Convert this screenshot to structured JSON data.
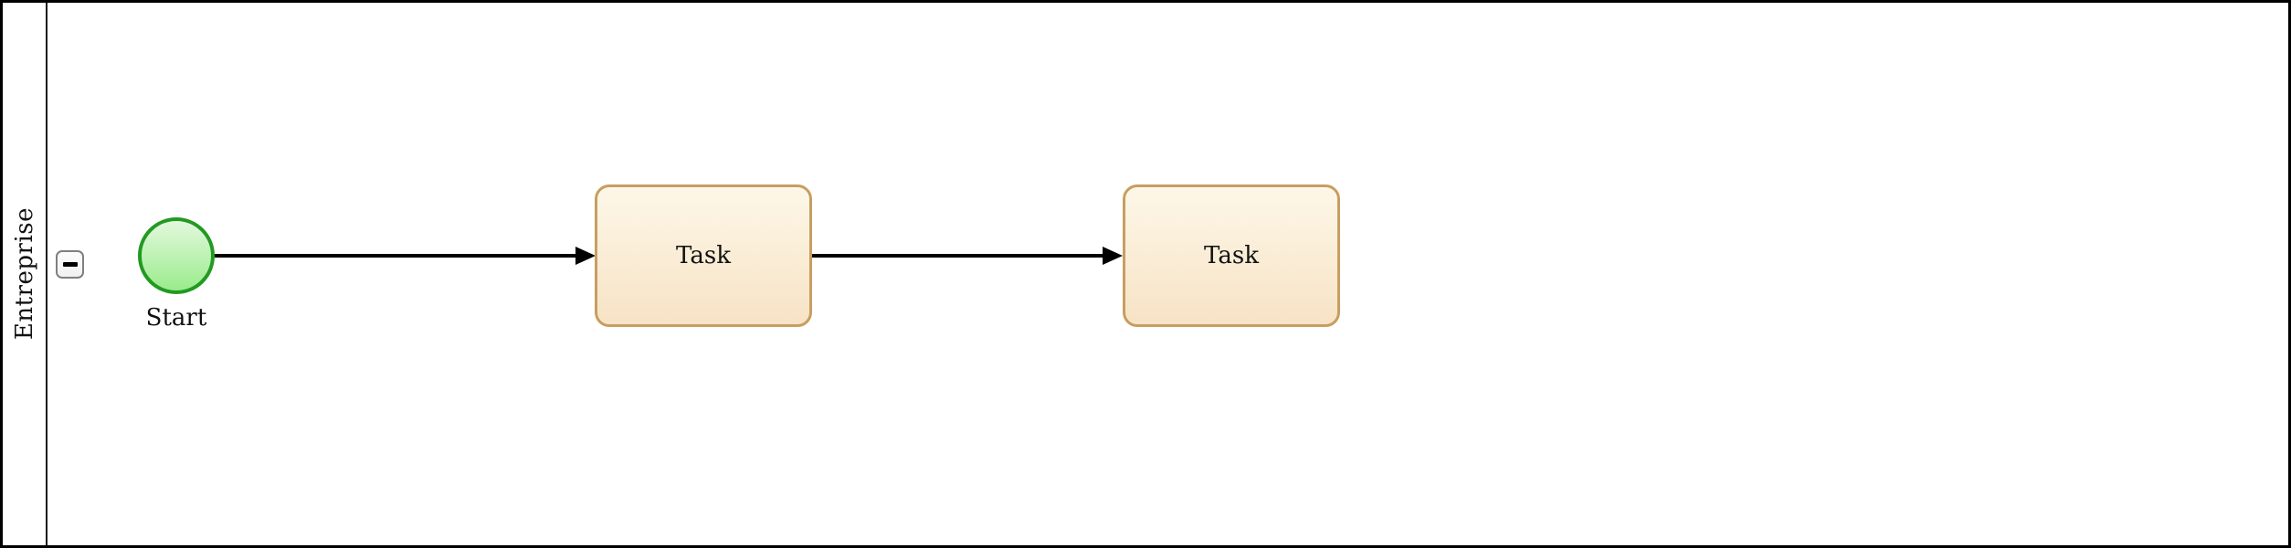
{
  "pool": {
    "lane_label": "Entreprise",
    "collapse_button": {
      "state": "expanded"
    }
  },
  "nodes": [
    {
      "id": "start",
      "type": "start-event",
      "label": "Start"
    },
    {
      "id": "task1",
      "type": "task",
      "label": "Task"
    },
    {
      "id": "task2",
      "type": "task",
      "label": "Task"
    }
  ],
  "connectors": [
    {
      "from": "start",
      "to": "task1",
      "style": "sequence-flow"
    },
    {
      "from": "task1",
      "to": "task2",
      "style": "sequence-flow"
    }
  ],
  "icons": {
    "minus_icon": "−",
    "arrowhead_icon": "filled-triangle-right"
  },
  "colors": {
    "pool_border": "#000000",
    "lane_divider": "#1a1a1a",
    "start_stroke": "#219a21",
    "start_fill_top": "#e3f8dd",
    "start_fill_bottom": "#9aec8c",
    "task_stroke": "#c79e61",
    "task_fill_top": "#fdf7e8",
    "task_fill_bottom": "#f7e3c5",
    "connector": "#000000",
    "collapse_border": "#7f7f7f"
  }
}
